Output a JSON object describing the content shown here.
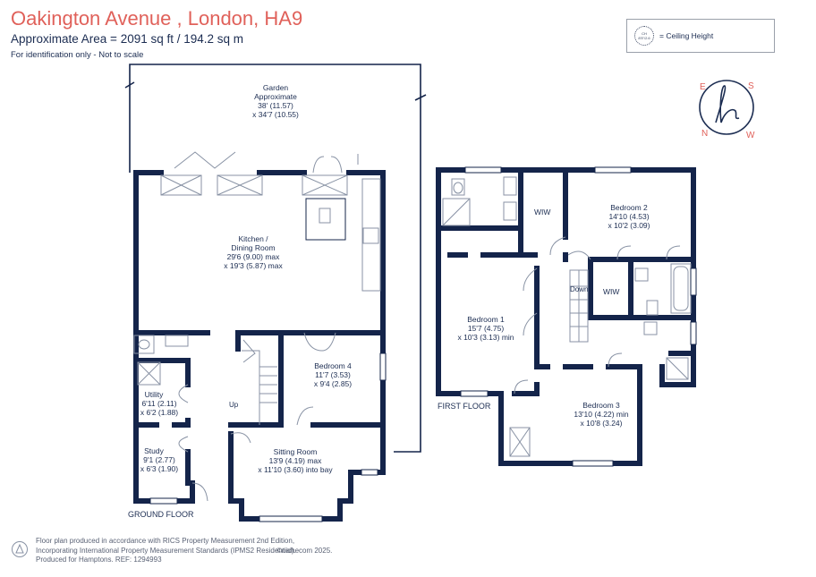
{
  "header": {
    "title": "Oakington Avenue , London, HA9",
    "area": "Approximate Area = 2091 sq ft / 194.2 sq m",
    "note": "For identification only - Not to scale"
  },
  "legend": {
    "icon_line1": "CH",
    "icon_line2": "8'5\"/2.6",
    "label": "= Ceiling Height"
  },
  "compass": {
    "n": "N",
    "s": "S",
    "e": "E",
    "w": "W"
  },
  "floors": {
    "ground": "GROUND FLOOR",
    "first": "FIRST FLOOR"
  },
  "rooms": {
    "garden": {
      "l1": "Garden",
      "l2": "Approximate",
      "l3": "38' (11.57)",
      "l4": "x 34'7 (10.55)"
    },
    "kitchen": {
      "l1": "Kitchen /",
      "l2": "Dining Room",
      "l3": "29'6 (9.00) max",
      "l4": "x 19'3 (5.87) max"
    },
    "bedroom4": {
      "l1": "Bedroom 4",
      "l2": "11'7 (3.53)",
      "l3": "x 9'4 (2.85)"
    },
    "utility": {
      "l1": "Utility",
      "l2": "6'11 (2.11)",
      "l3": "x 6'2 (1.88)"
    },
    "study": {
      "l1": "Study",
      "l2": "9'1 (2.77)",
      "l3": "x 6'3 (1.90)"
    },
    "sitting": {
      "l1": "Sitting Room",
      "l2": "13'9 (4.19) max",
      "l3": "x 11'10 (3.60) into bay"
    },
    "up": "Up",
    "bedroom1": {
      "l1": "Bedroom 1",
      "l2": "15'7 (4.75)",
      "l3": "x 10'3 (3.13) min"
    },
    "bedroom2": {
      "l1": "Bedroom 2",
      "l2": "14'10 (4.53)",
      "l3": "x 10'2 (3.09)"
    },
    "bedroom3": {
      "l1": "Bedroom 3",
      "l2": "13'10 (4.22) min",
      "l3": "x 10'8 (3.24)"
    },
    "wiw1": "WIW",
    "wiw2": "WIW",
    "down": "Down"
  },
  "footer": {
    "line1": "Floor plan produced in accordance with RICS Property Measurement 2nd Edition,",
    "line2": "Incorporating International Property Measurement Standards (IPMS2 Residential).",
    "line3": "Produced for Hamptons.   REF: 1294993",
    "brand": "©nichecom 2025."
  },
  "colors": {
    "wall": "#14244a",
    "title": "#e0615a",
    "text": "#1c2d52",
    "fixture": "#8892a4"
  }
}
